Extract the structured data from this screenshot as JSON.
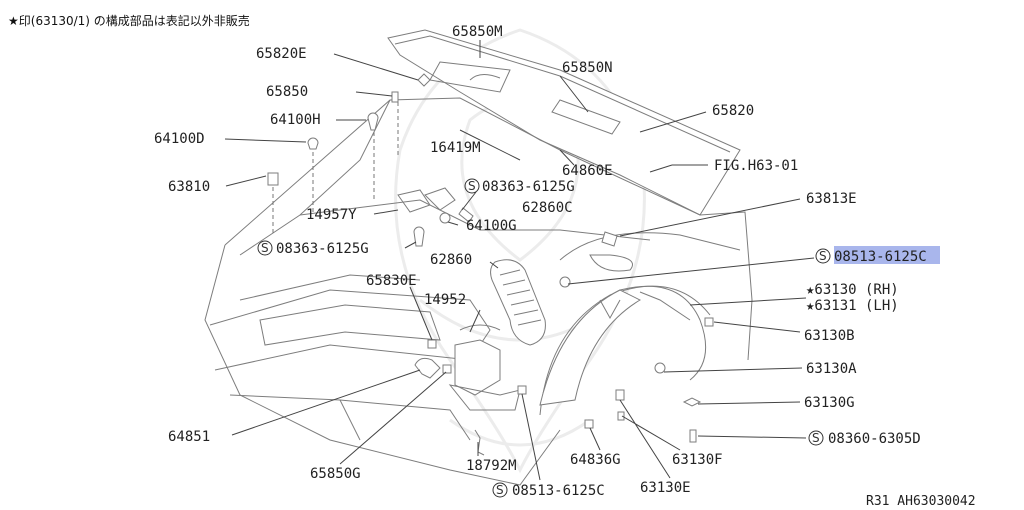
{
  "header_note": "★印(63130/1) の構成部品は表記以外非販売",
  "diagram_ref": "R31  AH63030042",
  "symbol_glyph": "S",
  "highlight_color": "#a9b6ec",
  "parts": {
    "p65850M": "65850M",
    "p65820E": "65820E",
    "p65850N": "65850N",
    "p65850": "65850",
    "p65820": "65820",
    "p64100H": "64100H",
    "p64100D": "64100D",
    "p16419M": "16419M",
    "p64860E": "64860E",
    "figref": "FIG.H63-01",
    "p63810": "63810",
    "p08363a": "08363-6125G",
    "p14957Y": "14957Y",
    "p62860C": "62860C",
    "p63813E": "63813E",
    "p64100G": "64100G",
    "p08363b": "08363-6125G",
    "p08513a": "08513-6125C",
    "p62860": "62860",
    "p63130": "★63130 (RH)",
    "p63131": "★63131 (LH)",
    "p65830E": "65830E",
    "p14952": "14952",
    "p63130B": "63130B",
    "p63130A": "63130A",
    "p63130G": "63130G",
    "p64851": "64851",
    "p08360": "08360-6305D",
    "p65850G": "65850G",
    "p18792M": "18792M",
    "p64836G": "64836G",
    "p63130F": "63130F",
    "p08513b": "08513-6125C",
    "p63130E": "63130E"
  }
}
